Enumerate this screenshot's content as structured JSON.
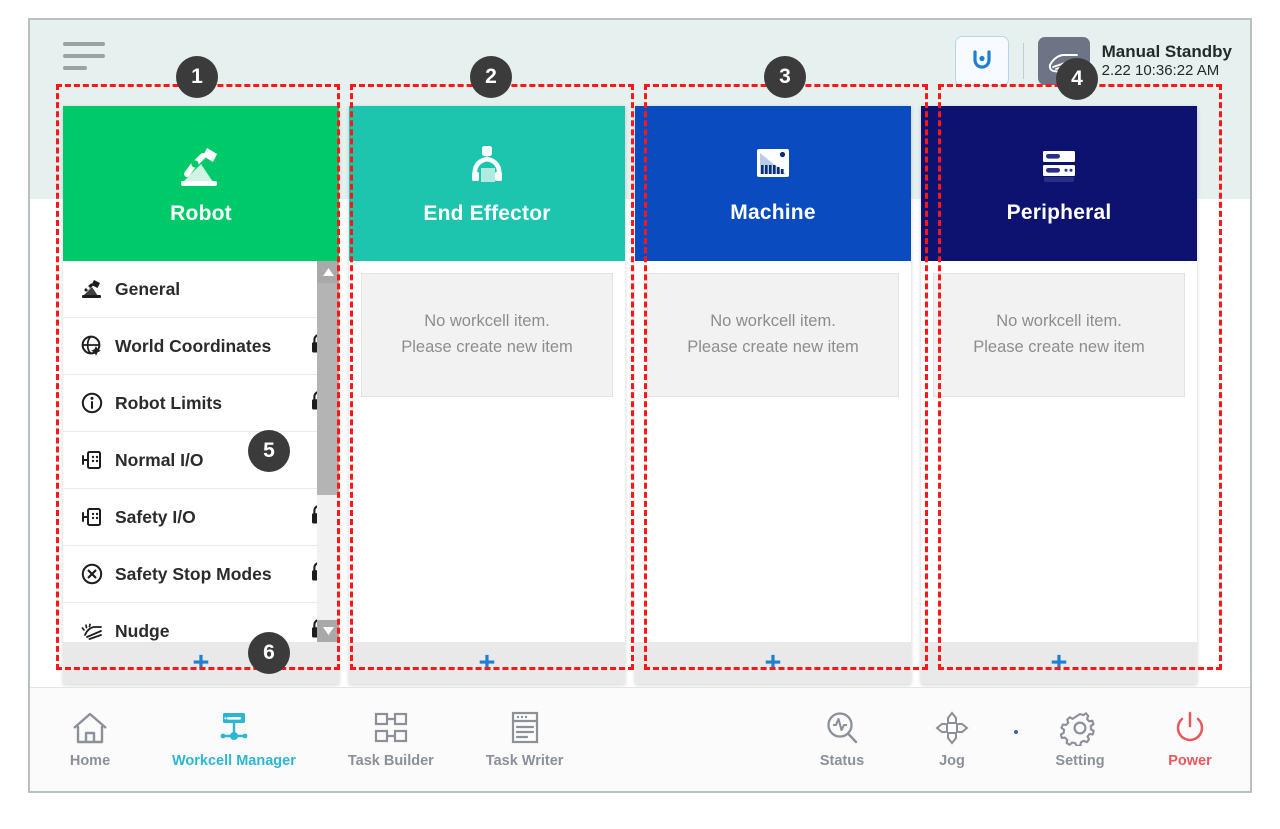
{
  "header": {
    "menu_icon": "hamburger-menu-icon",
    "robot_icon": "robot-arc-icon",
    "hand_icon": "manual-hand-icon",
    "status_title": "Manual Standby",
    "status_time": "2.22 10:36:22 AM"
  },
  "columns": [
    {
      "id": "robot",
      "title": "Robot",
      "icon": "robot-arm-icon",
      "color": "#00c96a",
      "add_label": "+",
      "has_list": true,
      "items": [
        {
          "label": "General",
          "icon": "robot-arm-small-icon",
          "locked": false,
          "lock_far": false
        },
        {
          "label": "World Coordinates",
          "icon": "globe-axis-icon",
          "locked": true,
          "lock_far": false
        },
        {
          "label": "Robot Limits",
          "icon": "limits-circle-icon",
          "locked": true,
          "lock_far": true
        },
        {
          "label": "Normal I/O",
          "icon": "io-port-icon",
          "locked": false,
          "lock_far": false
        },
        {
          "label": "Safety I/O",
          "icon": "io-port-icon",
          "locked": true,
          "lock_far": true
        },
        {
          "label": "Safety Stop Modes",
          "icon": "stop-x-icon",
          "locked": true,
          "lock_far": false
        },
        {
          "label": "Nudge",
          "icon": "nudge-hand-icon",
          "locked": true,
          "lock_far": false
        }
      ]
    },
    {
      "id": "end-effector",
      "title": "End Effector",
      "icon": "gripper-icon",
      "color": "#1dc5ae",
      "add_label": "+",
      "has_list": false,
      "empty_line1": "No workcell item.",
      "empty_line2": "Please create new item"
    },
    {
      "id": "machine",
      "title": "Machine",
      "icon": "machine-icon",
      "color": "#0a4bc0",
      "add_label": "+",
      "has_list": false,
      "empty_line1": "No workcell item.",
      "empty_line2": "Please create new item"
    },
    {
      "id": "peripheral",
      "title": "Peripheral",
      "icon": "peripheral-rack-icon",
      "color": "#0d1170",
      "add_label": "+",
      "has_list": false,
      "empty_line1": "No workcell item.",
      "empty_line2": "Please create new item"
    }
  ],
  "nav_left": [
    {
      "label": "Home",
      "icon": "home-icon",
      "active": false
    },
    {
      "label": "Workcell Manager",
      "icon": "workcell-icon",
      "active": true
    },
    {
      "label": "Task Builder",
      "icon": "task-builder-icon",
      "active": false
    },
    {
      "label": "Task Writer",
      "icon": "task-writer-icon",
      "active": false
    }
  ],
  "nav_right": [
    {
      "label": "Status",
      "icon": "status-search-icon",
      "active": false
    },
    {
      "label": "Jog",
      "icon": "jog-arrows-icon",
      "active": false
    },
    {
      "label": "Setting",
      "icon": "gear-icon",
      "active": false
    },
    {
      "label": "Power",
      "icon": "power-icon",
      "active": false
    }
  ],
  "annotations": {
    "badges": [
      "1",
      "2",
      "3",
      "4",
      "5",
      "6"
    ],
    "outline_color": "#ff1616"
  },
  "colors": {
    "header_bg": "#e6f0ef",
    "accent_blue": "#1f7fd0",
    "active_nav": "#2bb6d4",
    "power_red": "#e8575c"
  }
}
